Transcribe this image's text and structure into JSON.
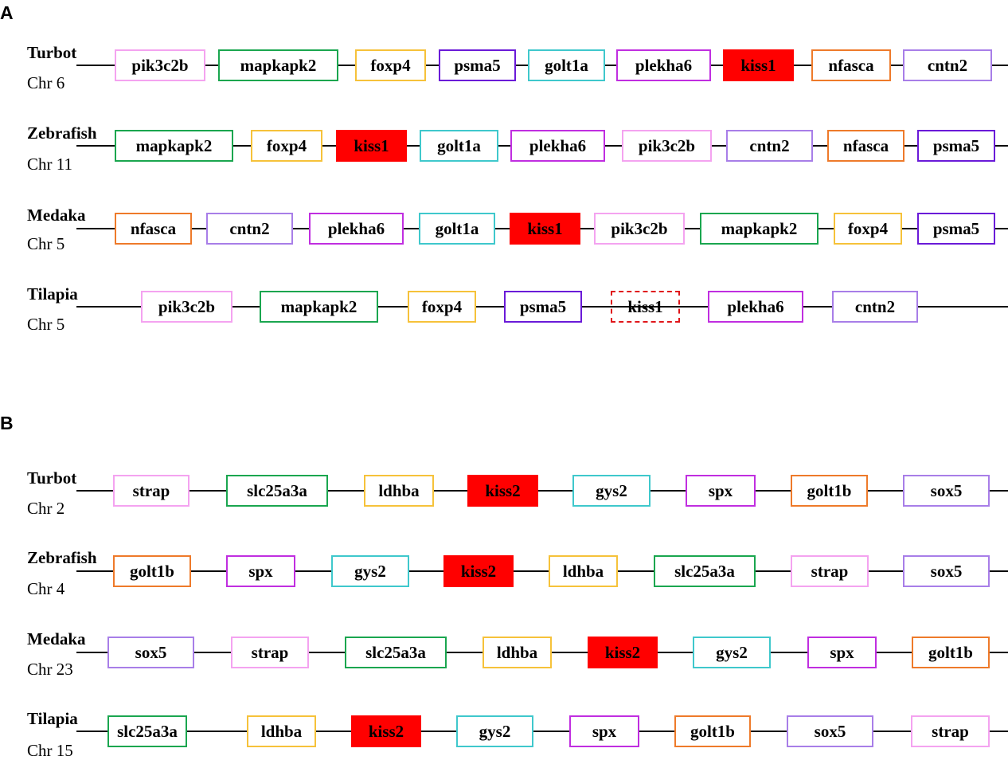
{
  "colors": {
    "pik3c2b": "#f4a3f0",
    "mapkapk2": "#1aa64f",
    "foxp4": "#f6c23a",
    "psma5": "#6a1ad8",
    "golt1a": "#3fc8cc",
    "plekha6": "#c02ee0",
    "kiss1": "#ff0000",
    "nfasca": "#ee7a2a",
    "cntn2": "#a87ee8",
    "strap": "#f4a3f0",
    "slc25a3a": "#1aa64f",
    "ldhba": "#f6c23a",
    "kiss2": "#ff0000",
    "gys2": "#3fc8cc",
    "spx": "#c02ee0",
    "golt1b": "#ee7a2a",
    "sox5": "#a87ee8"
  },
  "panels": [
    {
      "label": "A",
      "tracks": [
        {
          "species": "Turbot",
          "chr": "Chr 6",
          "genes": [
            "pik3c2b",
            "mapkapk2",
            "foxp4",
            "psma5",
            "golt1a",
            "plekha6",
            "kiss1",
            "nfasca",
            "cntn2"
          ]
        },
        {
          "species": "Zebrafish",
          "chr": "Chr 11",
          "genes": [
            "mapkapk2",
            "foxp4",
            "kiss1",
            "golt1a",
            "plekha6",
            "pik3c2b",
            "cntn2",
            "nfasca",
            "psma5"
          ]
        },
        {
          "species": "Medaka",
          "chr": "Chr 5",
          "genes": [
            "nfasca",
            "cntn2",
            "plekha6",
            "golt1a",
            "kiss1",
            "pik3c2b",
            "mapkapk2",
            "foxp4",
            "psma5"
          ]
        },
        {
          "species": "Tilapia",
          "chr": "Chr 5",
          "genes": [
            "pik3c2b",
            "mapkapk2",
            "foxp4",
            "psma5",
            "kiss1",
            "plekha6",
            "cntn2"
          ],
          "missing_gene": "kiss1"
        }
      ]
    },
    {
      "label": "B",
      "tracks": [
        {
          "species": "Turbot",
          "chr": "Chr 2",
          "genes": [
            "strap",
            "slc25a3a",
            "ldhba",
            "kiss2",
            "gys2",
            "spx",
            "golt1b",
            "sox5"
          ]
        },
        {
          "species": "Zebrafish",
          "chr": "Chr 4",
          "genes": [
            "golt1b",
            "spx",
            "gys2",
            "kiss2",
            "ldhba",
            "slc25a3a",
            "strap",
            "sox5"
          ]
        },
        {
          "species": "Medaka",
          "chr": "Chr 23",
          "genes": [
            "sox5",
            "strap",
            "slc25a3a",
            "ldhba",
            "kiss2",
            "gys2",
            "spx",
            "golt1b"
          ]
        },
        {
          "species": "Tilapia",
          "chr": "Chr 15",
          "genes": [
            "slc25a3a",
            "ldhba",
            "kiss2",
            "gys2",
            "spx",
            "golt1b",
            "sox5",
            "strap"
          ]
        }
      ]
    }
  ]
}
